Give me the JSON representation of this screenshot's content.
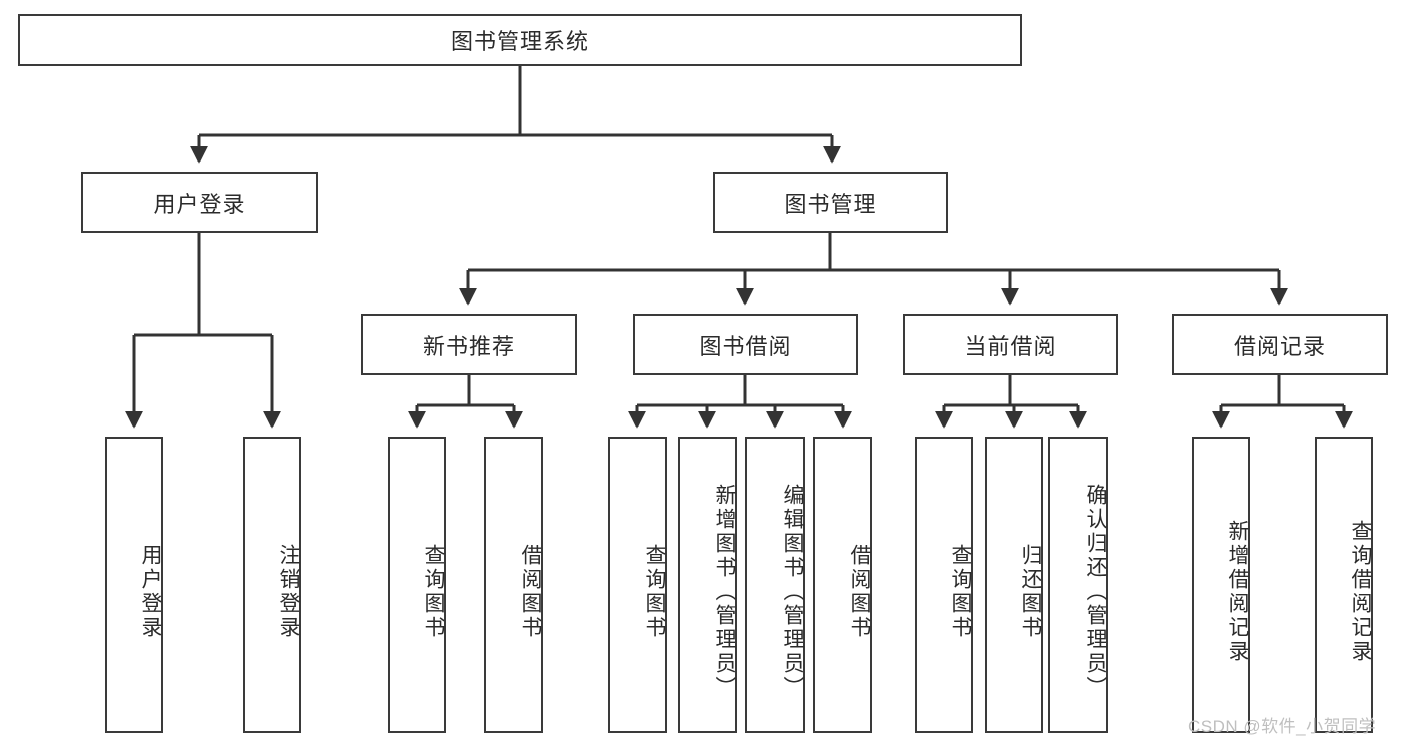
{
  "diagram": {
    "type": "tree-hierarchy-chart",
    "title": "图书管理系统",
    "root": {
      "label": "图书管理系统"
    },
    "level1": [
      {
        "label": "用户登录"
      },
      {
        "label": "图书管理"
      }
    ],
    "level2": [
      {
        "label": "新书推荐"
      },
      {
        "label": "图书借阅"
      },
      {
        "label": "当前借阅"
      },
      {
        "label": "借阅记录"
      }
    ],
    "leaves": [
      {
        "label": "用户登录"
      },
      {
        "label": "注销登录"
      },
      {
        "label": "查询图书"
      },
      {
        "label": "借阅图书"
      },
      {
        "label": "查询图书"
      },
      {
        "label": "新增图书（管理员）"
      },
      {
        "label": "编辑图书（管理员）"
      },
      {
        "label": "借阅图书"
      },
      {
        "label": "查询图书"
      },
      {
        "label": "归还图书"
      },
      {
        "label": "确认归还（管理员）"
      },
      {
        "label": "新增借阅记录"
      },
      {
        "label": "查询借阅记录"
      }
    ]
  },
  "watermark": {
    "text": "CSDN @软件_小贺同学"
  },
  "colors": {
    "box_border": "#3a3a3a",
    "box_fill": "#ffffff",
    "text": "#2b2b2b",
    "connector": "#333333",
    "watermark": "#bfbfbf",
    "background": "#ffffff"
  }
}
